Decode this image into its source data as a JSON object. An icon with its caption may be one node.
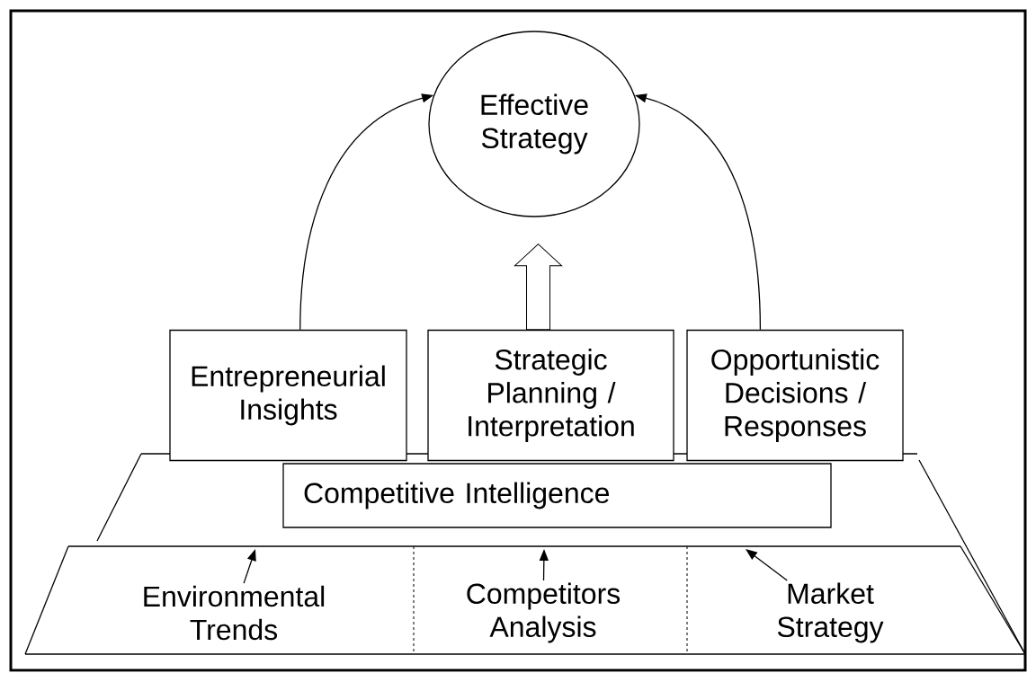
{
  "diagram": {
    "nodes": [
      {
        "text": [
          "Effective Strategy"
        ]
      },
      {
        "text": [
          "Entrepreneurial Insights"
        ]
      },
      {
        "text": [
          "Strategic Planning / Interpretation"
        ]
      },
      {
        "text": [
          "Opportunistic Decisions / Responses"
        ]
      },
      {
        "text": [
          "Competitive Intelligence"
        ]
      },
      {
        "text": [
          "Environmental Trends"
        ]
      },
      {
        "text": [
          "Competitors Analysis"
        ]
      },
      {
        "text": [
          "Market Strategy"
        ]
      }
    ],
    "edges": [
      {
        "from": 1,
        "to": 0,
        "arrow": "to"
      },
      {
        "from": 2,
        "to": 0,
        "arrow": "to",
        "style": "thick"
      },
      {
        "from": 3,
        "to": 0,
        "arrow": "to"
      },
      {
        "from": 5,
        "to": null,
        "arrow": "to"
      },
      {
        "from": 6,
        "to": null,
        "arrow": "to"
      },
      {
        "from": 7,
        "to": null,
        "arrow": "to"
      }
    ]
  }
}
